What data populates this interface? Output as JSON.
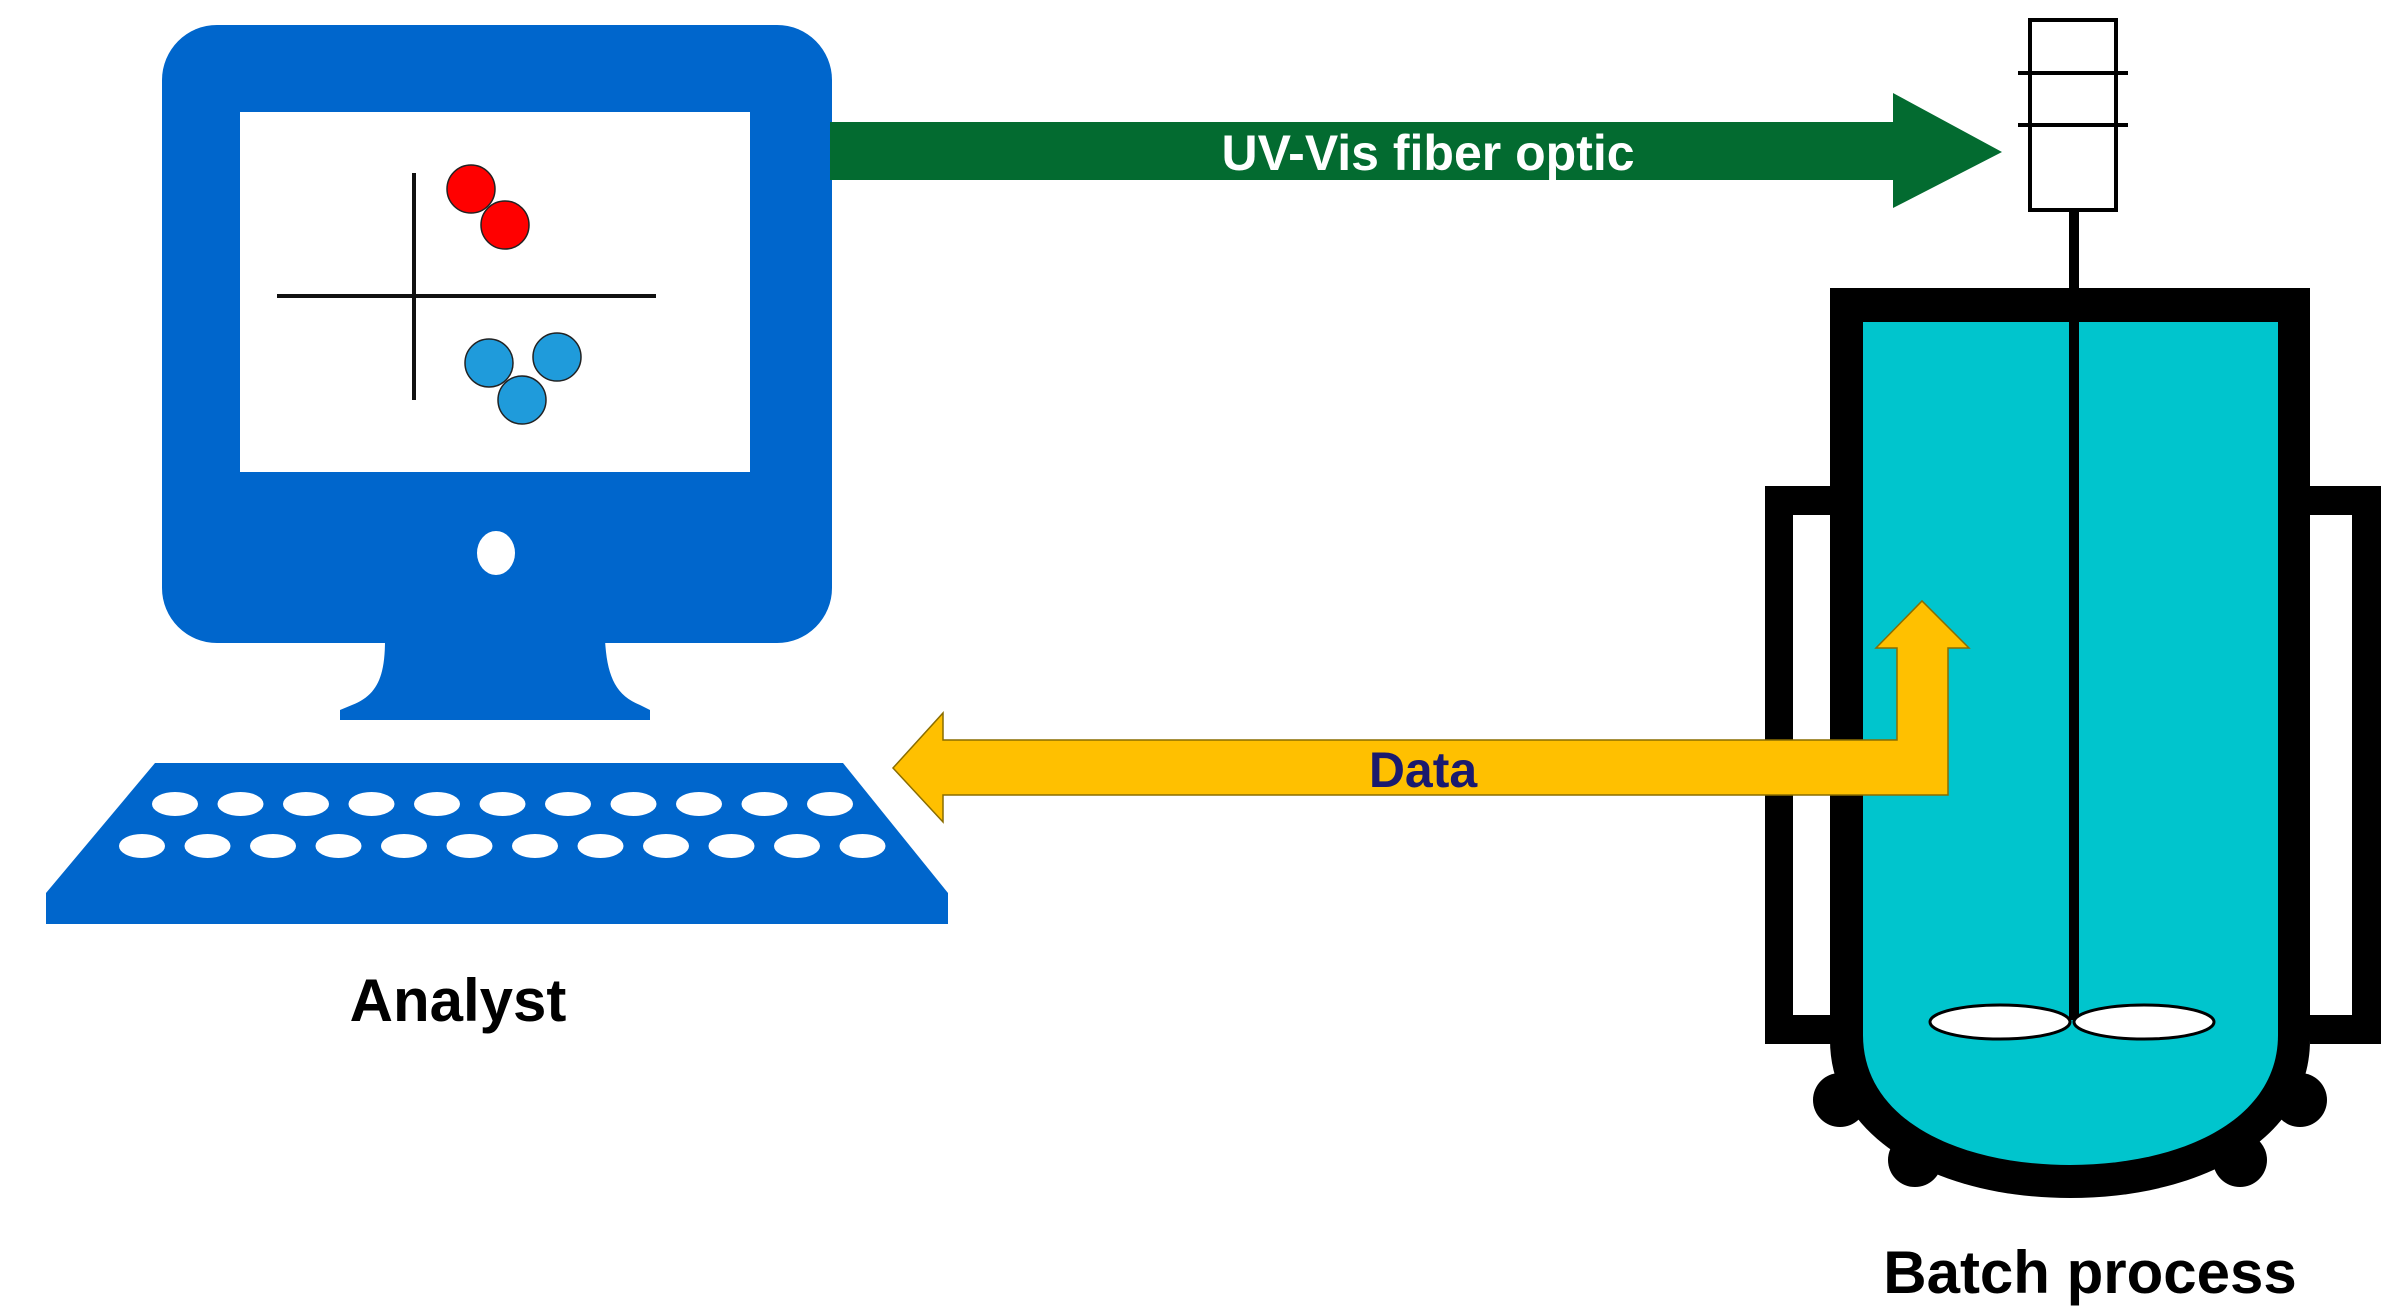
{
  "colors": {
    "computer_blue": "#0066cc",
    "screen_white": "#ffffff",
    "point_red": "#ff0000",
    "point_blue": "#1f9bdb",
    "uv_arrow_green": "#036b30",
    "data_arrow_yellow": "#ffc000",
    "data_text": "#1a1a6e",
    "reactor_liquid": "#00c5cd",
    "outline_black": "#000000"
  },
  "icons": {
    "computer": "desktop-monitor-icon",
    "keyboard": "keyboard-icon",
    "reactor": "stirred-batch-reactor-icon",
    "probe": "fiber-optic-probe-icon"
  },
  "labels": {
    "uv_arrow": "UV-Vis fiber optic",
    "data_arrow": "Data",
    "analyst": "Analyst",
    "batch": "Batch process"
  }
}
